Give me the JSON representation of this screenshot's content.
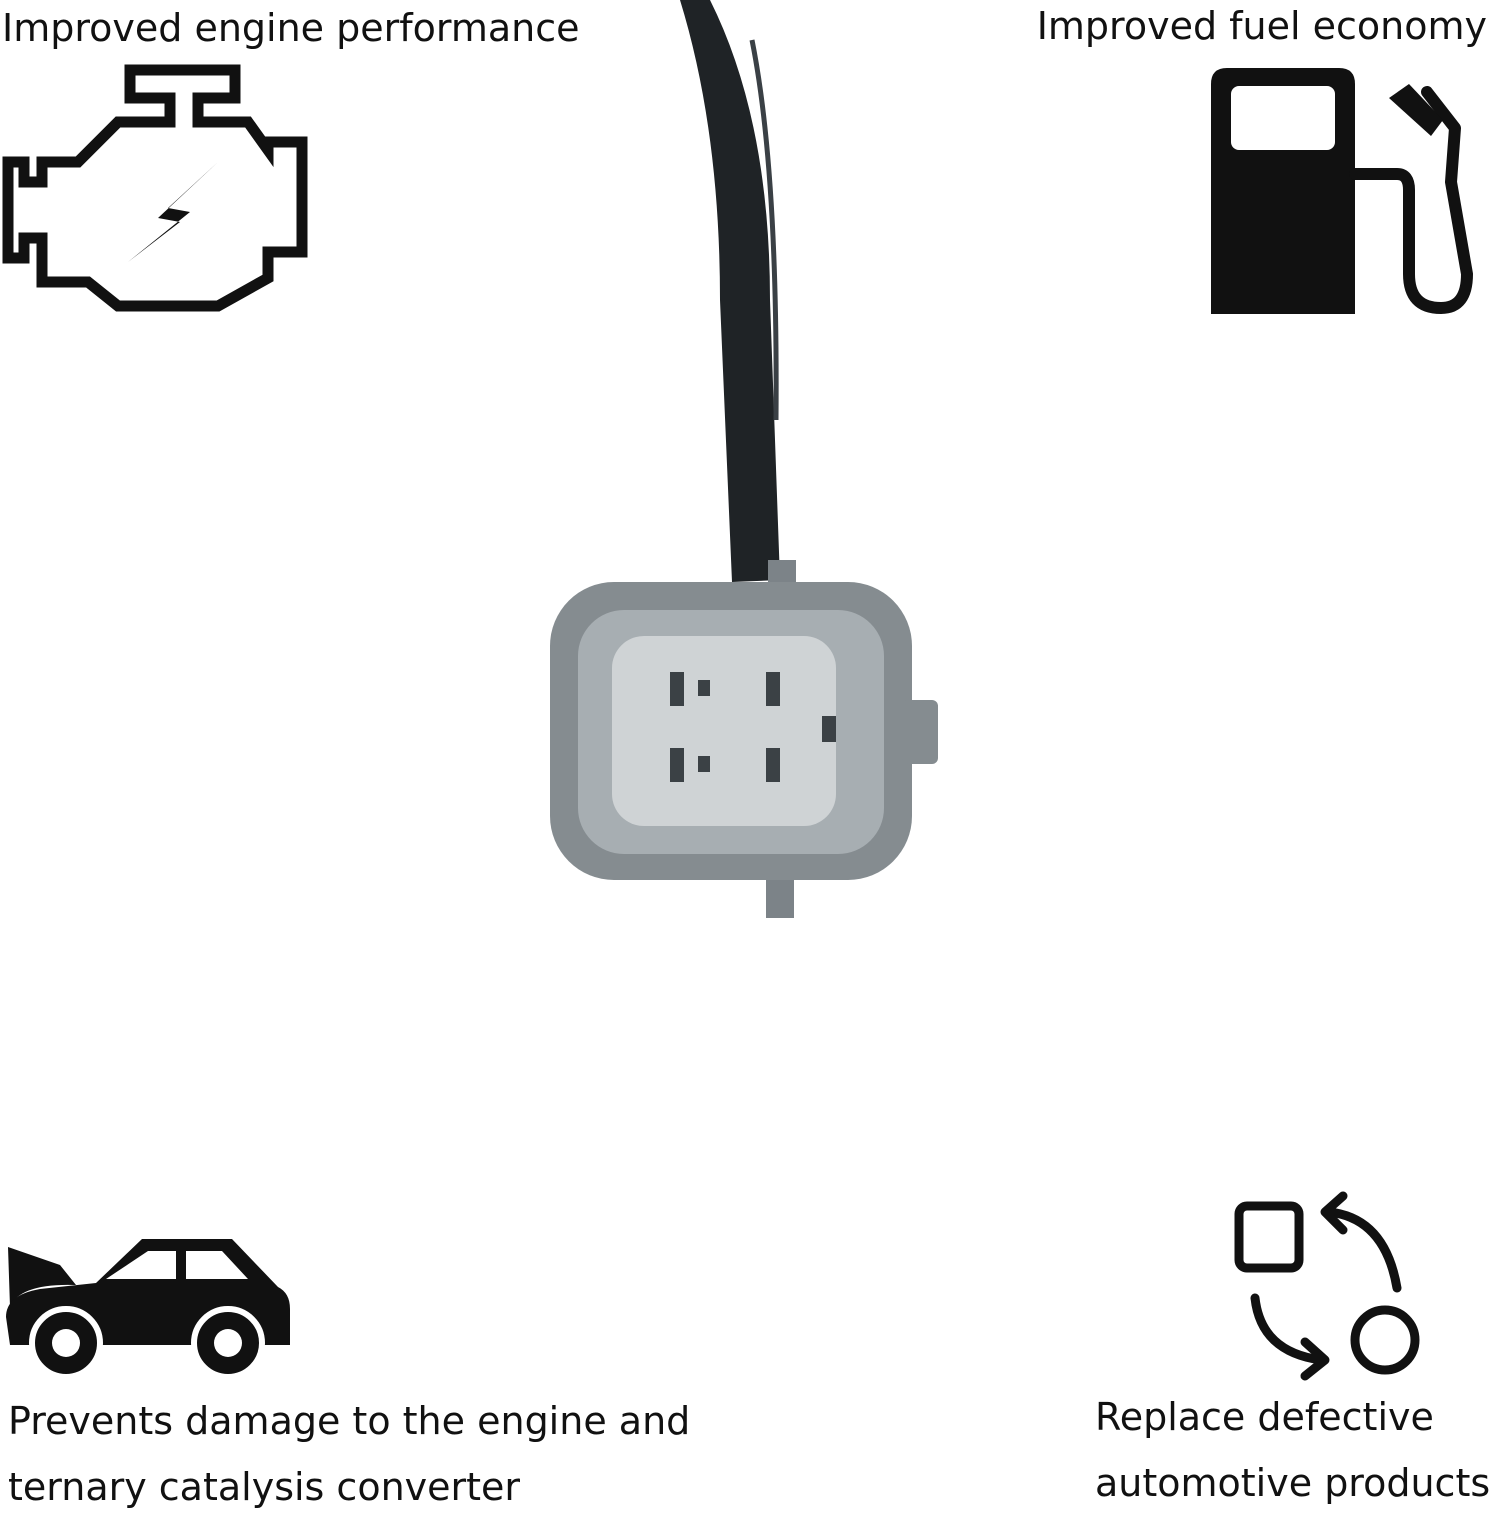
{
  "features": {
    "engine_performance": {
      "label": "Improved engine performance",
      "icon": "engine-icon"
    },
    "fuel_economy": {
      "label": "Improved fuel economy",
      "icon": "fuel-pump-icon"
    },
    "damage_prevention": {
      "line1": "Prevents damage to the engine and",
      "line2": "ternary catalysis converter",
      "icon": "car-hood-open-icon"
    },
    "replacement": {
      "line1": "Replace defective",
      "line2": "automotive products",
      "icon": "replace-cycle-icon"
    }
  },
  "product": {
    "image": "sensor-connector-image"
  },
  "colors": {
    "icon": "#111111",
    "cable": "#1f2326",
    "connector_body": "#858c90",
    "connector_face": "#cfd3d5"
  }
}
